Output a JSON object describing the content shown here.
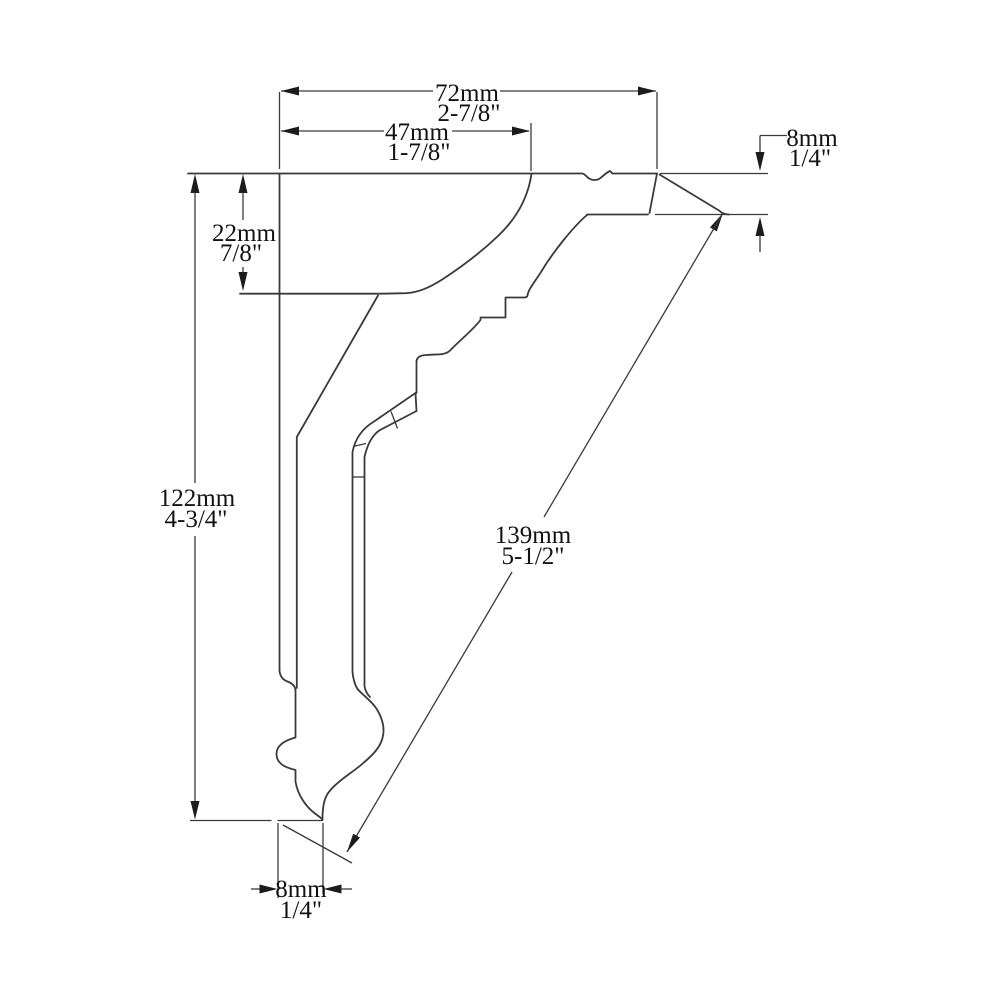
{
  "drawing": {
    "background": "#ffffff",
    "line_color": "#3a3a3a",
    "text_color": "#121212",
    "title": "Molding profile dimension drawing"
  },
  "dimensions": {
    "overall_width": {
      "mm": "72mm",
      "inches": "2-7/8\""
    },
    "top_flat_width": {
      "mm": "47mm",
      "inches": "1-7/8\""
    },
    "top_edge_thickness": {
      "mm": "8mm",
      "inches": "1/4\""
    },
    "top_drop": {
      "mm": "22mm",
      "inches": "7/8\""
    },
    "overall_height": {
      "mm": "122mm",
      "inches": "4-3/4\""
    },
    "face_length": {
      "mm": "139mm",
      "inches": "5-1/2\""
    },
    "bottom_edge_thickness": {
      "mm": "8mm",
      "inches": "1/4\""
    }
  }
}
